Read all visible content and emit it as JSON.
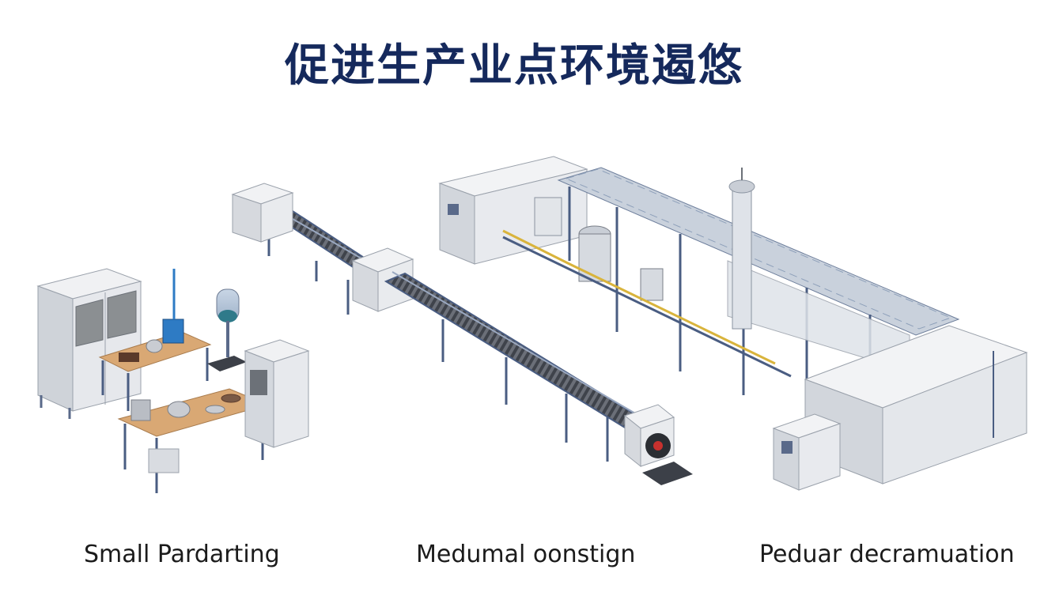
{
  "title": "促进生产业点环境遏悠",
  "labels": {
    "small": "Small Pardarting",
    "medium": "Medumal oonstign",
    "large": "Peduar decramuation"
  },
  "colors": {
    "title": "#15295c",
    "steel": "#4a5d82",
    "panel": "#e4e7eb",
    "wood": "#d9a874",
    "accent_yellow": "#d9b43c",
    "accent_blue": "#2e7bc4"
  }
}
